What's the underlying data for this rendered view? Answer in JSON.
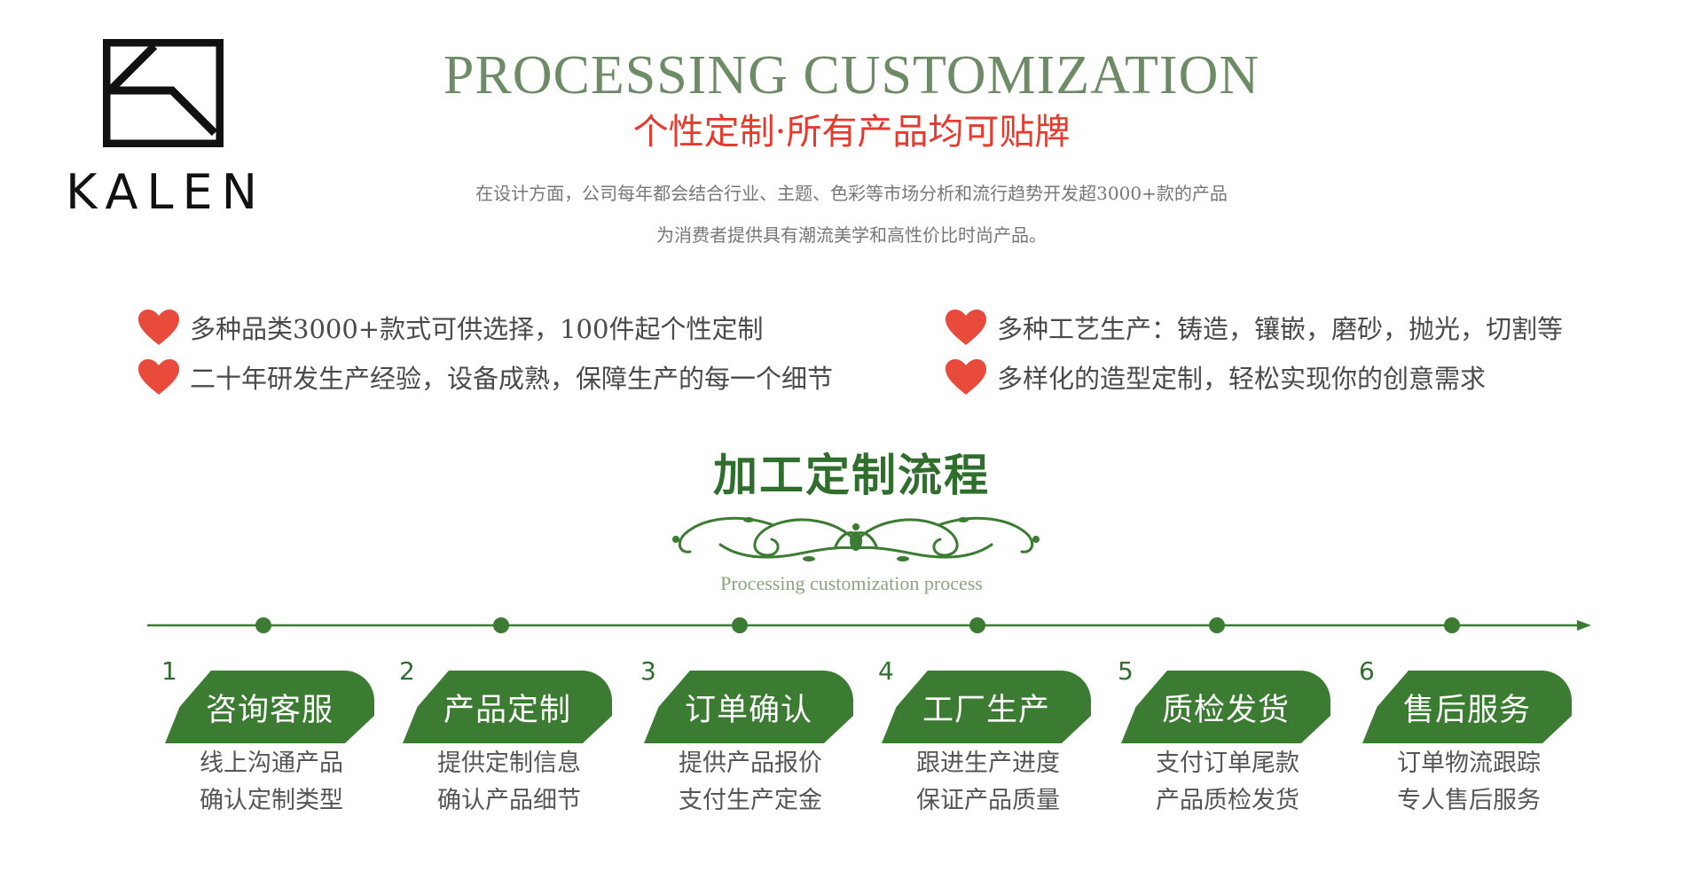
{
  "brand": {
    "name": "KALEN"
  },
  "header": {
    "title_en": "PROCESSING CUSTOMIZATION",
    "title_cn": "个性定制·所有产品均可贴牌",
    "desc_line1": "在设计方面，公司每年都会结合行业、主题、色彩等市场分析和流行趋势开发超3000+款的产品",
    "desc_line2": "为消费者提供具有潮流美学和高性价比时尚产品。"
  },
  "features": [
    "多种品类3000+款式可供选择，100件起个性定制",
    "二十年研发生产经验，设备成熟，保障生产的每一个细节",
    "多种工艺生产：铸造，镶嵌，磨砂，抛光，切割等",
    "多样化的造型定制，轻松实现你的创意需求"
  ],
  "process": {
    "title": "加工定制流程",
    "subtitle": "Processing customization process",
    "steps": [
      {
        "num": "1",
        "label": "咨询客服",
        "line1": "线上沟通产品",
        "line2": "确认定制类型"
      },
      {
        "num": "2",
        "label": "产品定制",
        "line1": "提供定制信息",
        "line2": "确认产品细节"
      },
      {
        "num": "3",
        "label": "订单确认",
        "line1": "提供产品报价",
        "line2": "支付生产定金"
      },
      {
        "num": "4",
        "label": "工厂生产",
        "line1": "跟进生产进度",
        "line2": "保证产品质量"
      },
      {
        "num": "5",
        "label": "质检发货",
        "line1": "支付订单尾款",
        "line2": "产品质检发货"
      },
      {
        "num": "6",
        "label": "售后服务",
        "line1": "订单物流跟踪",
        "line2": "专人售后服务"
      }
    ]
  },
  "colors": {
    "accent_green": "#3b7b32",
    "title_green": "#6d8b64",
    "red": "#e63a2e",
    "heart": "#e84a3c"
  }
}
